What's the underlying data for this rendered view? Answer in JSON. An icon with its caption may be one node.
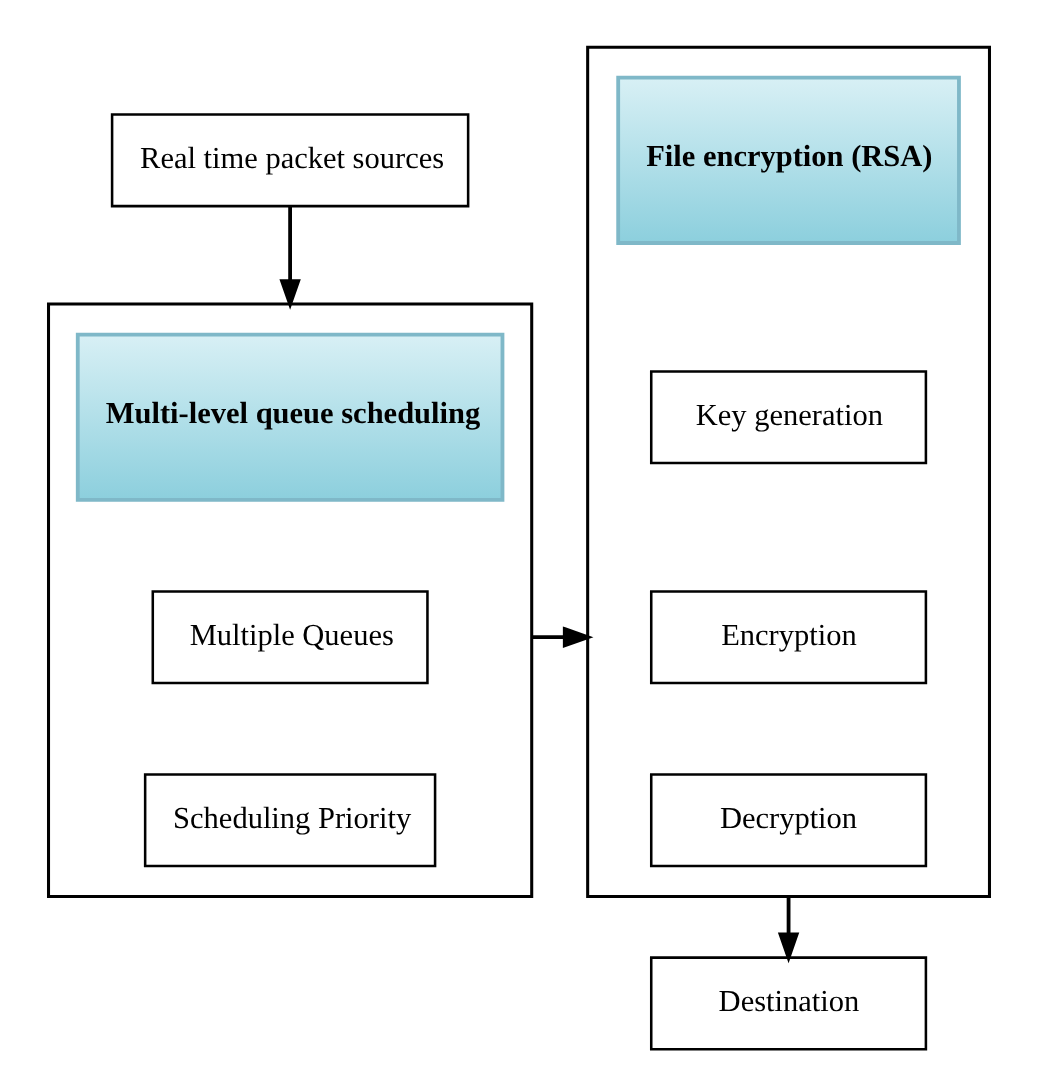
{
  "diagram": {
    "nodes": [
      {
        "text": [
          "Real time packet sources"
        ]
      },
      {
        "text": [],
        "shape": "box"
      },
      {
        "text": [
          "Multi-level queue scheduling"
        ],
        "in": 1
      },
      {
        "text": [
          "Multiple Queues"
        ],
        "in": 1
      },
      {
        "text": [
          "Scheduling Priority"
        ],
        "in": 1
      },
      {
        "text": [],
        "shape": "box"
      },
      {
        "text": [
          "File encryption (RSA)"
        ],
        "in": 5
      },
      {
        "text": [
          "Key generation"
        ],
        "in": 5
      },
      {
        "text": [
          "Encryption"
        ],
        "in": 5
      },
      {
        "text": [
          "Decryption"
        ],
        "in": 5
      },
      {
        "text": [
          "Destination"
        ]
      }
    ],
    "edges": [
      {
        "from": 0,
        "to": 1,
        "arrow": "to"
      },
      {
        "from": 1,
        "to": 5,
        "arrow": "to"
      },
      {
        "from": 5,
        "to": 10,
        "arrow": "to"
      }
    ]
  }
}
